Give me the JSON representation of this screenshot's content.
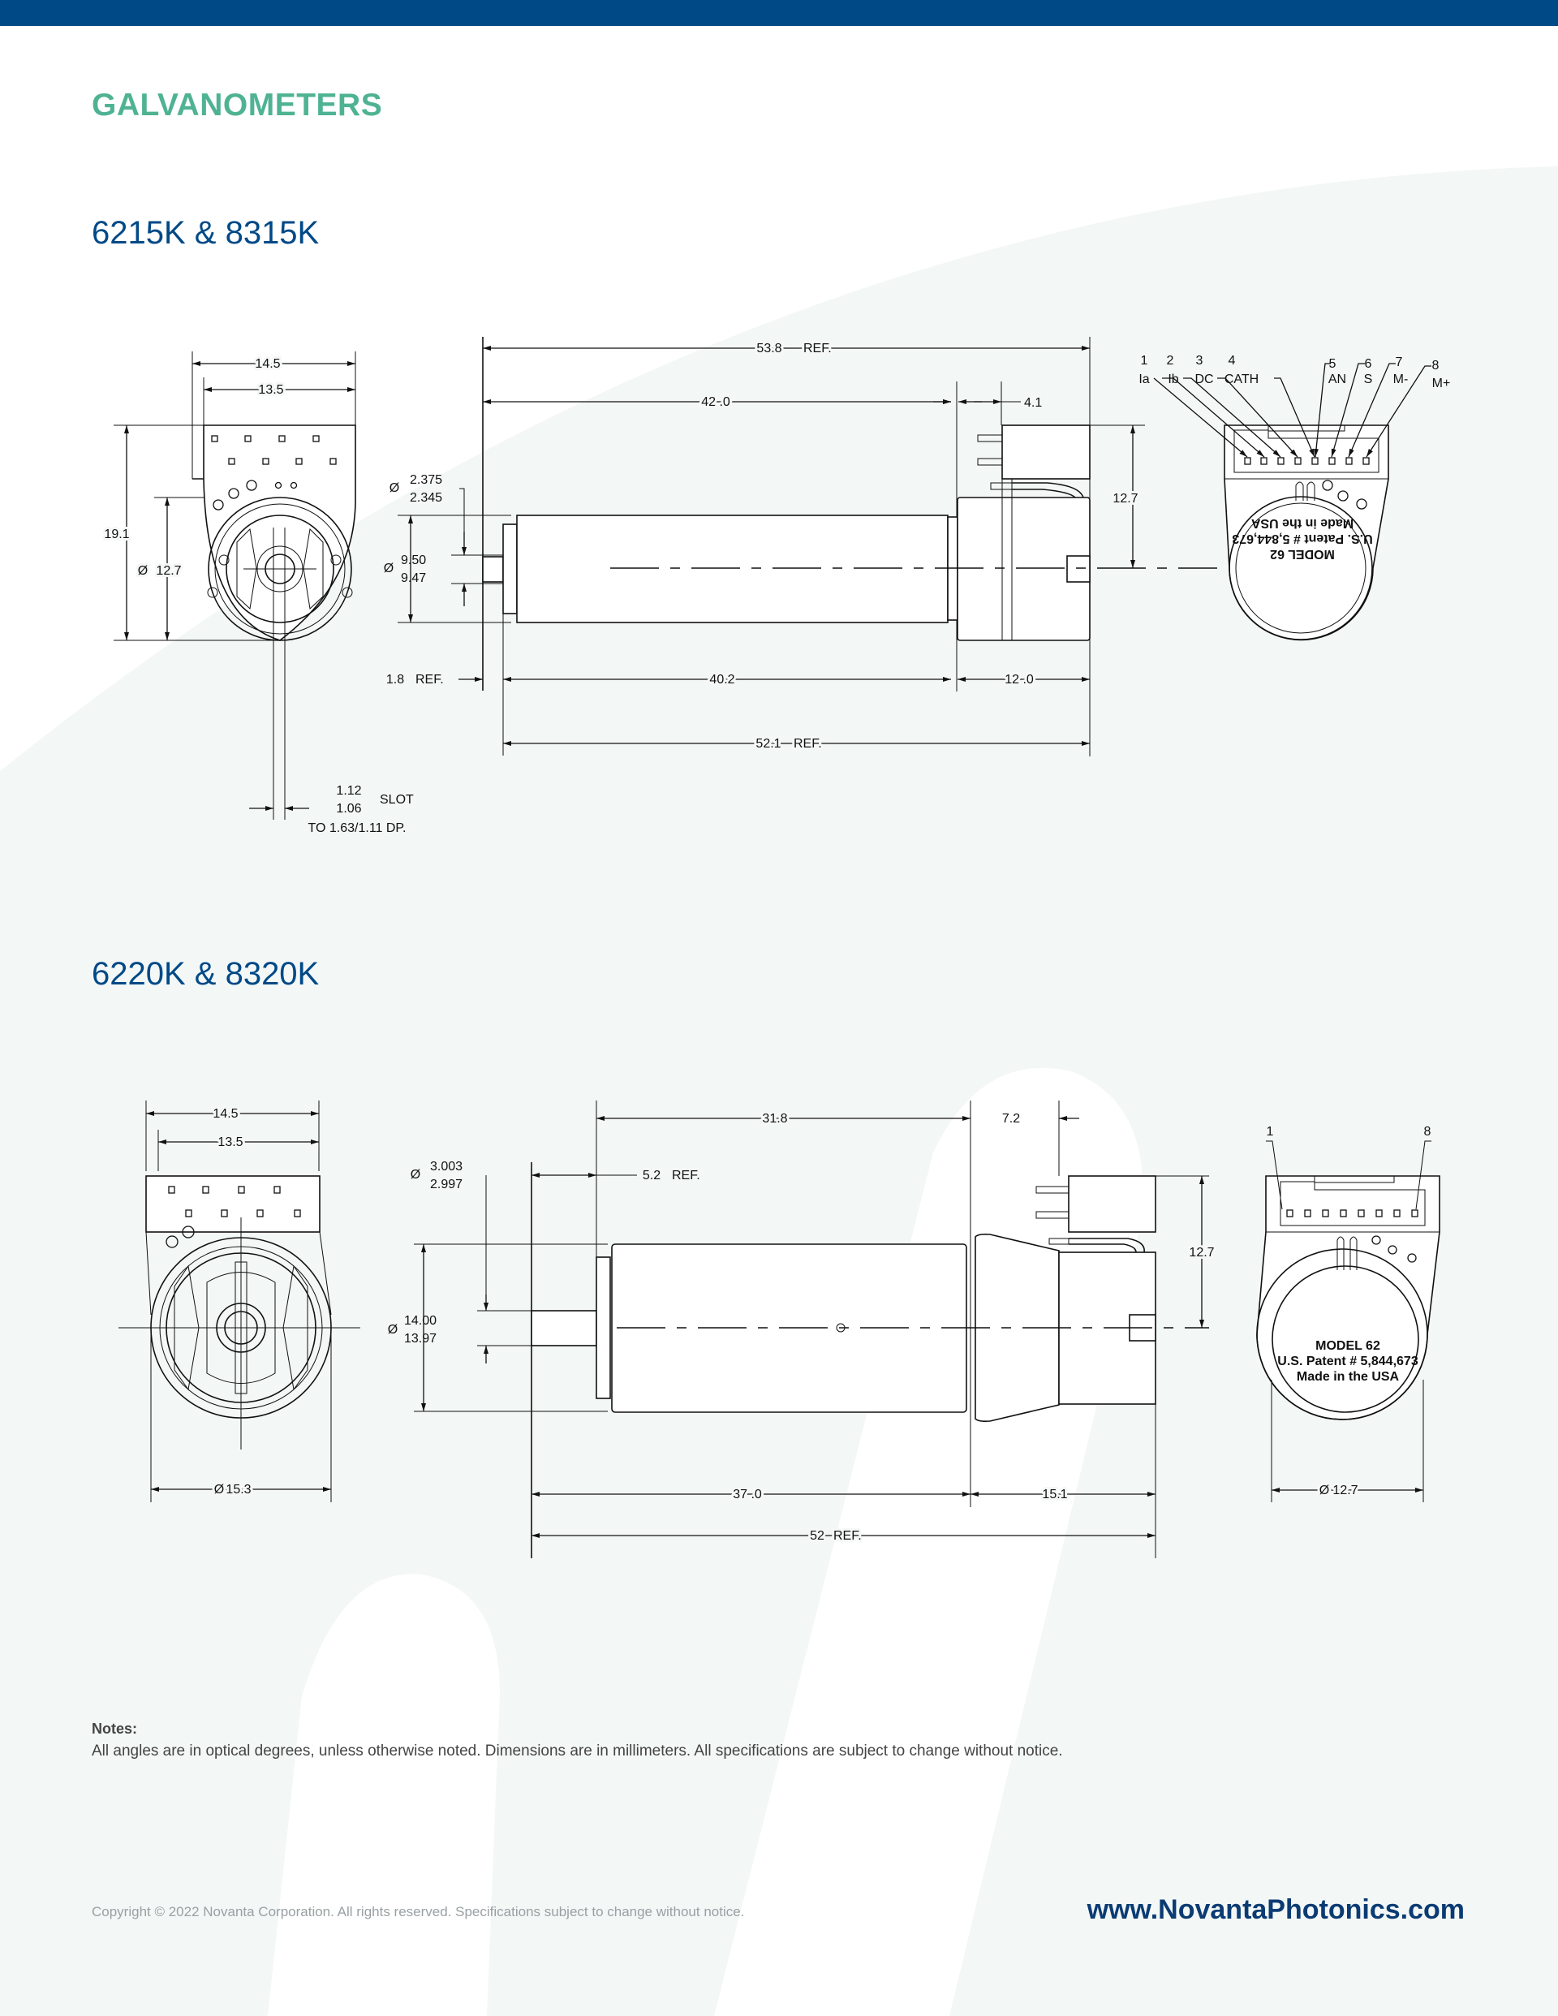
{
  "colors": {
    "brand_blue": "#004987",
    "category_green": "#4fb393",
    "url_blue": "#0b3b73"
  },
  "header": {
    "category": "GALVANOMETERS"
  },
  "sections": [
    {
      "title": "6215K & 8315K",
      "front": {
        "w1": "14.5",
        "w2": "13.5",
        "h": "19.1",
        "dia_sym": "Ø",
        "dia": "12.7",
        "slot_max": "1.12",
        "slot_min": "1.06",
        "slot": "SLOT",
        "slot_depth": "TO 1.63/1.11 DP."
      },
      "side": {
        "overall": "53.8",
        "ref": "REF.",
        "len42": "42 .0",
        "len4": "4.1",
        "shaft_max": "2.375",
        "shaft_min": "2.345",
        "pilot_max": "9.50",
        "pilot_min": "9.47",
        "flange": "1.8",
        "len40": "40.2",
        "len12": "12 .0",
        "total": "52.1",
        "height": "12.7"
      },
      "end": {
        "pins": [
          {
            "num": "1",
            "name": "Ia"
          },
          {
            "num": "2",
            "name": "Ib"
          },
          {
            "num": "3",
            "name": "DC"
          },
          {
            "num": "4",
            "name": "CATH"
          },
          {
            "num": "5",
            "name": "AN"
          },
          {
            "num": "6",
            "name": "S"
          },
          {
            "num": "7",
            "name": "M-"
          },
          {
            "num": "8",
            "name": "M+"
          }
        ],
        "label_lines": [
          "MODEL  62",
          "U.S. Patent # 5,844,673",
          "Made in the USA"
        ]
      }
    },
    {
      "title": "6220K & 8320K",
      "front": {
        "w1": "14.5",
        "w2": "13.5",
        "dia_sym": "Ø",
        "dia": "15.3"
      },
      "side": {
        "len31": "31.8",
        "len7": "7.2",
        "len5": "5.2",
        "ref": "REF.",
        "shaft_max": "3.003",
        "shaft_min": "2.997",
        "body_max": "14.00",
        "body_min": "13.97",
        "height": "12.7",
        "len37": "37 .0",
        "len15": "15.1",
        "total": "52"
      },
      "end": {
        "pin_first": "1",
        "pin_last": "8",
        "label_lines": [
          "MODEL  62",
          "U.S. Patent # 5,844,673",
          "Made in the USA"
        ],
        "dia": "12.7"
      }
    }
  ],
  "notes": {
    "label": "Notes:",
    "text": "All angles are in optical  degrees, unless otherwise noted. Dimensions are in millimeters. All specifications are subject to change without notice."
  },
  "footer": {
    "copyright": "Copyright © 2022 Novanta Corporation. All rights reserved. Specifications subject to change without notice.",
    "url": "www.NovantaPhotonics.com"
  }
}
